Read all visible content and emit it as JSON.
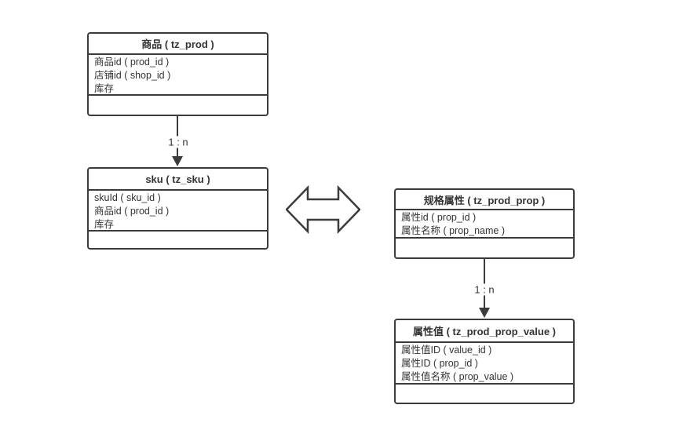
{
  "diagram": {
    "title": "product-sku-property-er-diagram",
    "colors": {
      "background": "#ffffff",
      "line": "#3b3b3b",
      "text": "#333333"
    },
    "entities": [
      {
        "title": "商品 ( tz_prod )",
        "fields": [
          "商品id ( prod_id )",
          "店铺id ( shop_id )",
          "库存"
        ]
      },
      {
        "title": "sku ( tz_sku )",
        "fields": [
          "skuId ( sku_id )",
          "商品id ( prod_id )",
          "库存"
        ]
      },
      {
        "title": "规格属性 ( tz_prod_prop )",
        "fields": [
          "属性id ( prop_id )",
          "属性名称 ( prop_name )"
        ]
      },
      {
        "title": "属性值 ( tz_prod_prop_value )",
        "fields": [
          "属性值ID ( value_id )",
          "属性ID ( prop_id )",
          "属性值名称 ( prop_value )"
        ]
      }
    ],
    "relations": [
      {
        "label": "1 : n",
        "from": "商品 ( tz_prod )",
        "to": "sku ( tz_sku )"
      },
      {
        "label": "1 : n",
        "from": "规格属性 ( tz_prod_prop )",
        "to": "属性值 ( tz_prod_prop_value )"
      }
    ],
    "icons": {
      "double_arrow": "left-right-double-arrow"
    }
  }
}
